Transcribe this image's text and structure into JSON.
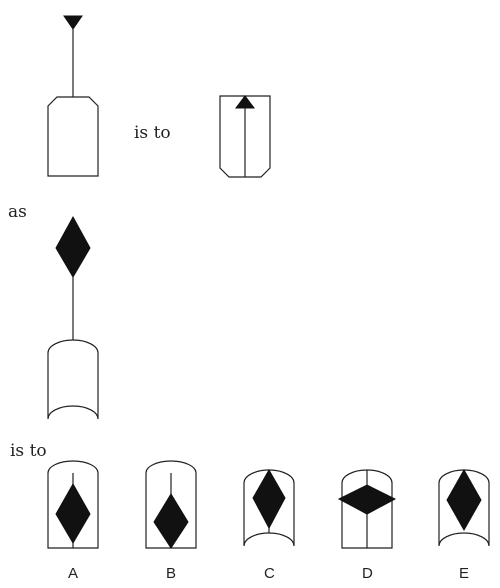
{
  "text": {
    "is_to_1": "is to",
    "as": "as",
    "is_to_2": "is to"
  },
  "options": [
    "A",
    "B",
    "C",
    "D",
    "E"
  ]
}
